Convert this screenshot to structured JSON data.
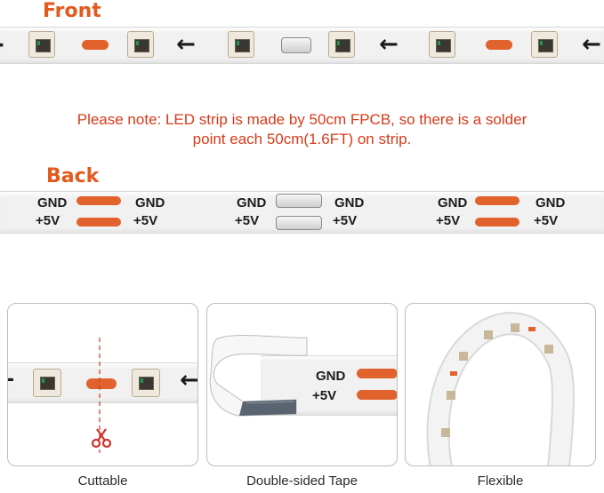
{
  "front": {
    "heading": "Front"
  },
  "back": {
    "heading": "Back",
    "labels": {
      "gnd": "GND",
      "v5": "+5V"
    }
  },
  "note": {
    "line1": "Please note: LED strip is made by 50cm FPCB, so there is a solder",
    "line2": "point each 50cm(1.6FT) on strip."
  },
  "panels": [
    {
      "caption": "Cuttable"
    },
    {
      "caption": "Double-sided Tape"
    },
    {
      "caption": "Flexible"
    }
  ],
  "colors": {
    "accent": "#e35a1e",
    "note": "#d63a1b",
    "pad": "#e1622d"
  },
  "icons": [
    "arrow-left-icon",
    "scissors-icon"
  ]
}
